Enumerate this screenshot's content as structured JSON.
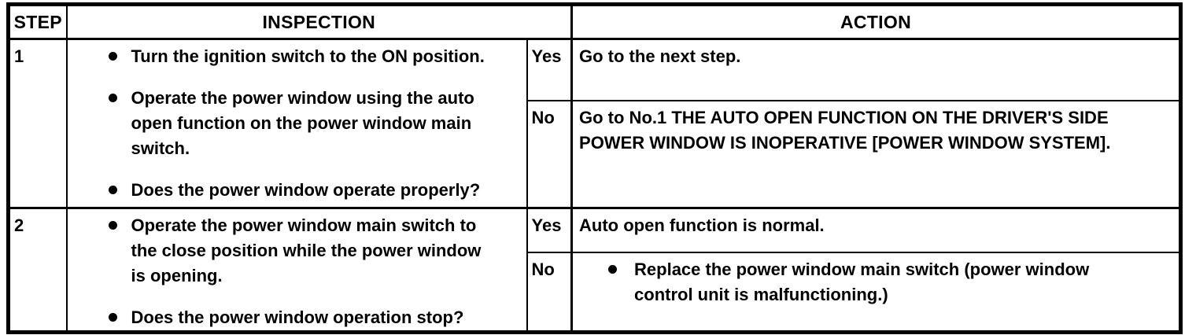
{
  "colors": {
    "background": "#ffffff",
    "text": "#000000",
    "border": "#000000"
  },
  "table": {
    "header": {
      "step": "STEP",
      "inspection": "INSPECTION",
      "action": "ACTION"
    },
    "rows": [
      {
        "step": "1",
        "inspection": [
          "Turn the ignition switch to the ON position.",
          "Operate the power window using the auto open function on the power window main switch.",
          "Does the power window operate properly?"
        ],
        "outcomes": [
          {
            "label": "Yes",
            "action": "Go to the next step."
          },
          {
            "label": "No",
            "action": "Go to No.1 THE AUTO OPEN FUNCTION ON THE DRIVER'S SIDE POWER WINDOW IS INOPERATIVE [POWER WINDOW SYSTEM]."
          }
        ]
      },
      {
        "step": "2",
        "inspection": [
          "Operate the power window main switch to the close position while the power window is opening.",
          "Does the power window operation stop?"
        ],
        "outcomes": [
          {
            "label": "Yes",
            "action": "Auto open function is normal."
          },
          {
            "label": "No",
            "action": "Replace the power window main switch (power window control unit is malfunctioning.)"
          }
        ]
      }
    ]
  }
}
